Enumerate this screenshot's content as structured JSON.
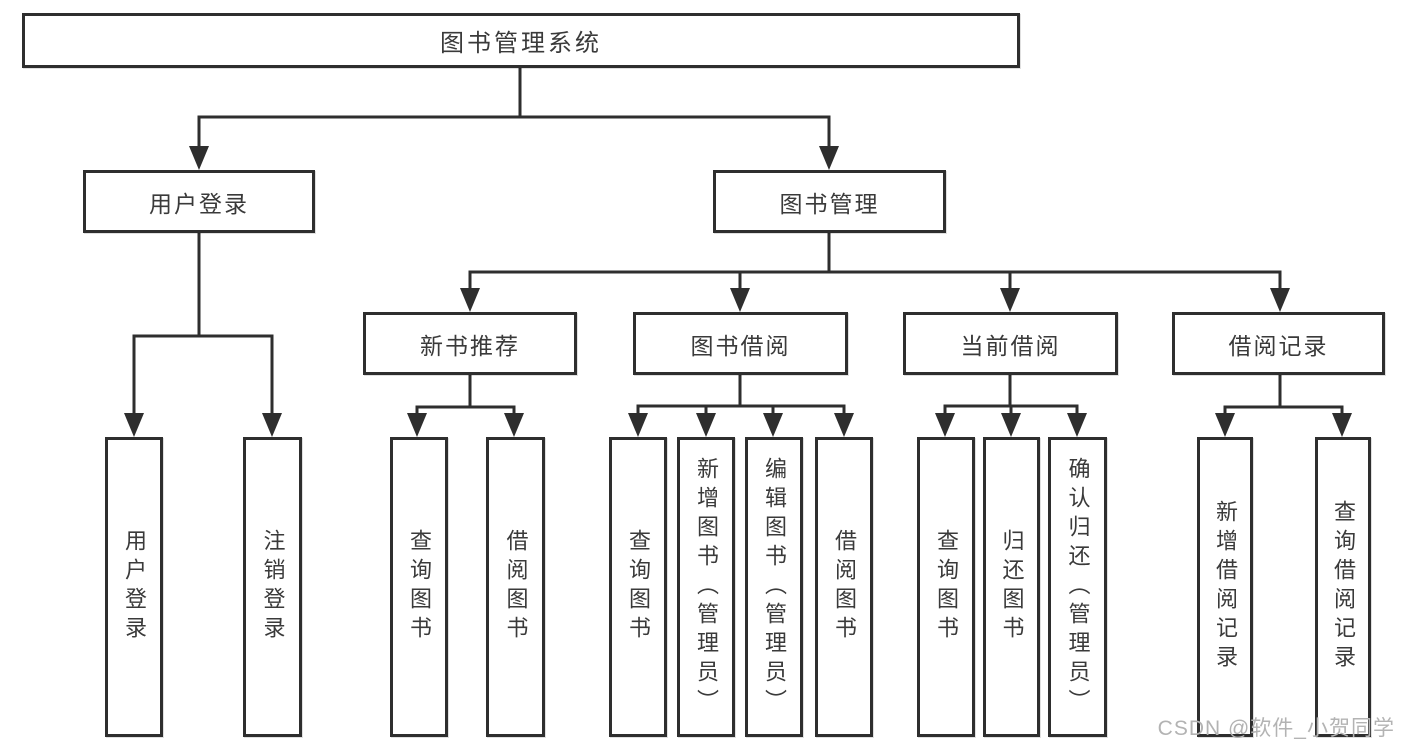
{
  "diagram": {
    "tree": {
      "root": {
        "label": "图书管理系统",
        "children": [
          {
            "label": "用户登录",
            "children": [
              {
                "label": "用户登录"
              },
              {
                "label": "注销登录"
              }
            ]
          },
          {
            "label": "图书管理",
            "children": [
              {
                "label": "新书推荐",
                "children": [
                  {
                    "label": "查询图书"
                  },
                  {
                    "label": "借阅图书"
                  }
                ]
              },
              {
                "label": "图书借阅",
                "children": [
                  {
                    "label": "查询图书"
                  },
                  {
                    "label": "新增图书（管理员）"
                  },
                  {
                    "label": "编辑图书（管理员）"
                  },
                  {
                    "label": "借阅图书"
                  }
                ]
              },
              {
                "label": "当前借阅",
                "children": [
                  {
                    "label": "查询图书"
                  },
                  {
                    "label": "归还图书"
                  },
                  {
                    "label": "确认归还（管理员）"
                  }
                ]
              },
              {
                "label": "借阅记录",
                "children": [
                  {
                    "label": "新增借阅记录"
                  },
                  {
                    "label": "查询借阅记录"
                  }
                ]
              }
            ]
          }
        ]
      }
    },
    "colors": {
      "line": "#2e2e2e",
      "box_border": "#2e2e2e",
      "box_fill": "#ffffff",
      "text": "#3a3a3a",
      "watermark": "#b3b3b3",
      "background": "#ffffff"
    }
  },
  "watermark": {
    "text": "CSDN @软件_小贺同学"
  }
}
